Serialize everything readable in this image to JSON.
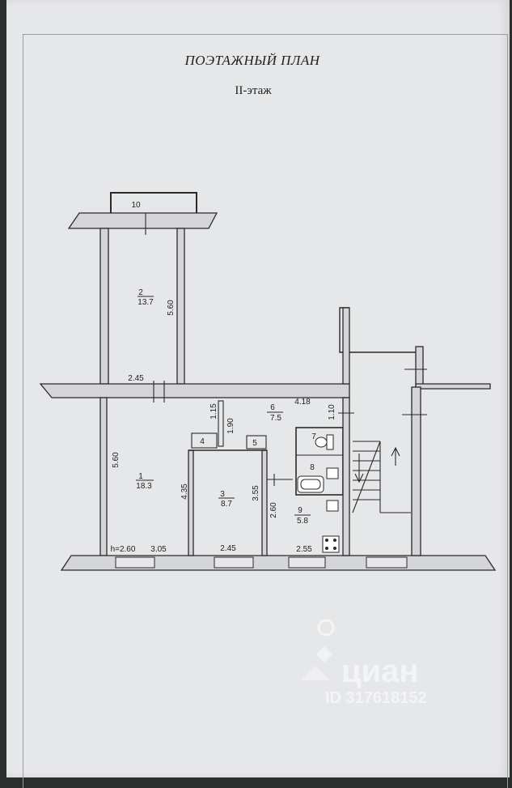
{
  "header": {
    "title": "ПОЭТАЖНЫЙ ПЛАН",
    "floor": "II-этаж"
  },
  "rooms": [
    {
      "number": "1",
      "area": "18.3"
    },
    {
      "number": "2",
      "area": "13.7"
    },
    {
      "number": "3",
      "area": "8.7"
    },
    {
      "number": "4",
      "area": ""
    },
    {
      "number": "5",
      "area": ""
    },
    {
      "number": "6",
      "area": "7.5"
    },
    {
      "number": "7",
      "area": ""
    },
    {
      "number": "8",
      "area": ""
    },
    {
      "number": "9",
      "area": "5.8"
    },
    {
      "number": "10",
      "area": ""
    }
  ],
  "dimensions": {
    "room2_length": "5.60",
    "room2_width": "2.45",
    "room1_length": "5.60",
    "ceiling_height": "h=2.60",
    "room1_width": "3.05",
    "room3_width": "2.45",
    "kitchen_width": "2.55",
    "hall_width": "4.18",
    "hall_height": "1.10",
    "room4_height": "1.15",
    "corridor_length": "1.90",
    "room3_left": "4.35",
    "room3_right": "3.55",
    "kitchen_depth": "2.60"
  },
  "watermark": {
    "brand": "циан",
    "id": "ID 317618152"
  }
}
